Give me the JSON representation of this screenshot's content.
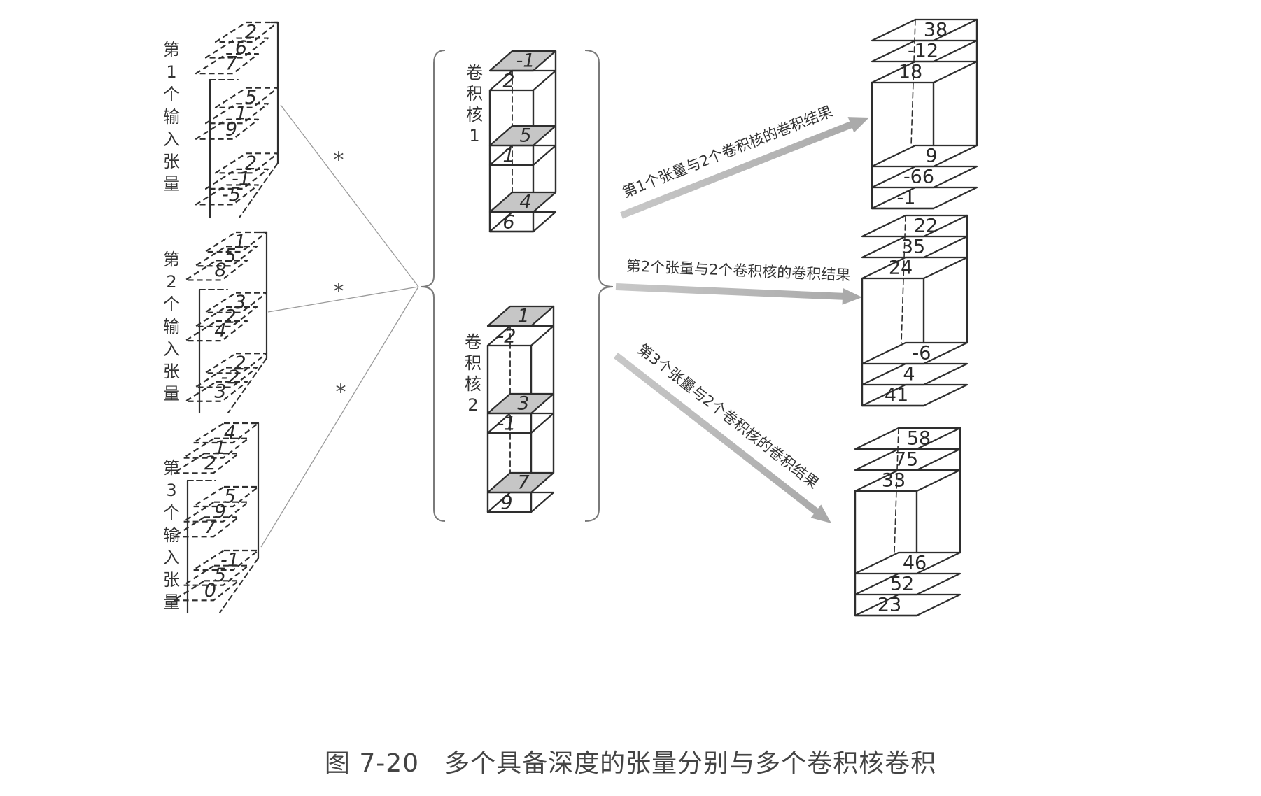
{
  "caption": {
    "number": "图 7-20",
    "title": "多个具备深度的张量分别与多个卷积核卷积"
  },
  "inputs": [
    {
      "label": [
        "第",
        "1",
        "个",
        "输",
        "入",
        "张",
        "量"
      ],
      "groups": [
        [
          "2",
          "6",
          "7"
        ],
        [
          "5",
          "1",
          "9"
        ],
        [
          "2",
          "-1",
          "-5"
        ]
      ]
    },
    {
      "label": [
        "第",
        "2",
        "个",
        "输",
        "入",
        "张",
        "量"
      ],
      "groups": [
        [
          "1",
          "5",
          "8"
        ],
        [
          "3",
          "2",
          "4"
        ],
        [
          "2",
          "-2",
          "3"
        ]
      ]
    },
    {
      "label": [
        "第",
        "3",
        "个",
        "输",
        "入",
        "张",
        "量"
      ],
      "groups": [
        [
          "4",
          "1",
          "2"
        ],
        [
          "5",
          "9",
          "7"
        ],
        [
          "-1",
          "5",
          "0"
        ]
      ]
    }
  ],
  "operator": "*",
  "kernels": [
    {
      "label": [
        "卷",
        "积",
        "核",
        "1"
      ],
      "pairs": [
        [
          "-1",
          "2"
        ],
        [
          "5",
          "1"
        ],
        [
          "4",
          "6"
        ]
      ]
    },
    {
      "label": [
        "卷",
        "积",
        "核",
        "2"
      ],
      "pairs": [
        [
          "1",
          "-2"
        ],
        [
          "3",
          "-1"
        ],
        [
          "7",
          "9"
        ]
      ]
    }
  ],
  "arrow_labels": [
    "第1个张量与2个卷积核的卷积结果",
    "第2个张量与2个卷积核的卷积结果",
    "第3个张量与2个卷积核的卷积结果"
  ],
  "outputs": [
    {
      "top": [
        "38",
        "-12",
        "18"
      ],
      "bottom": [
        "9",
        "-66",
        "-1"
      ]
    },
    {
      "top": [
        "22",
        "35",
        "24"
      ],
      "bottom": [
        "-6",
        "4",
        "41"
      ]
    },
    {
      "top": [
        "58",
        "75",
        "33"
      ],
      "bottom": [
        "46",
        "52",
        "23"
      ]
    }
  ]
}
